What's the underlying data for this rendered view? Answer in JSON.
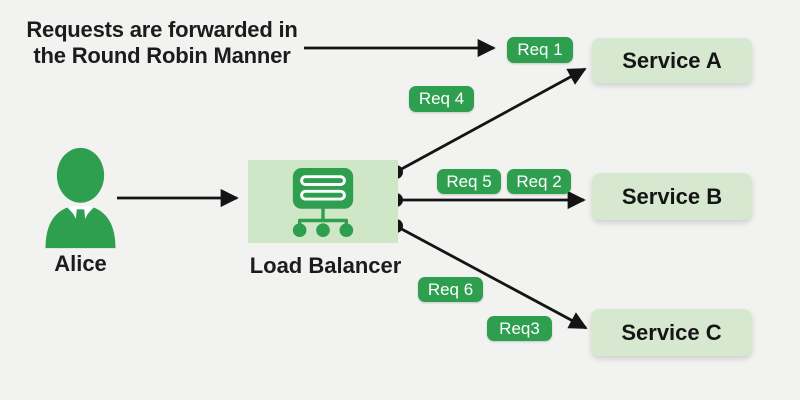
{
  "annotation": {
    "line1": "Requests are forwarded in",
    "line2": "the Round Robin Manner"
  },
  "actors": {
    "user": {
      "label": "Alice"
    }
  },
  "load_balancer": {
    "label": "Load Balancer"
  },
  "services": [
    {
      "label": "Service A"
    },
    {
      "label": "Service B"
    },
    {
      "label": "Service C"
    }
  ],
  "badges": {
    "req1": "Req 1",
    "req2": "Req 2",
    "req3": "Req3",
    "req4": "Req 4",
    "req5": "Req 5",
    "req6": "Req 6"
  },
  "colors": {
    "accent_green": "#2e9e4f",
    "panel_green": "#cfe7c7",
    "service_green": "#d6e9d0",
    "arrow_black": "#141414",
    "background": "#f2f3f1",
    "text_dark": "#1c1c1c"
  }
}
